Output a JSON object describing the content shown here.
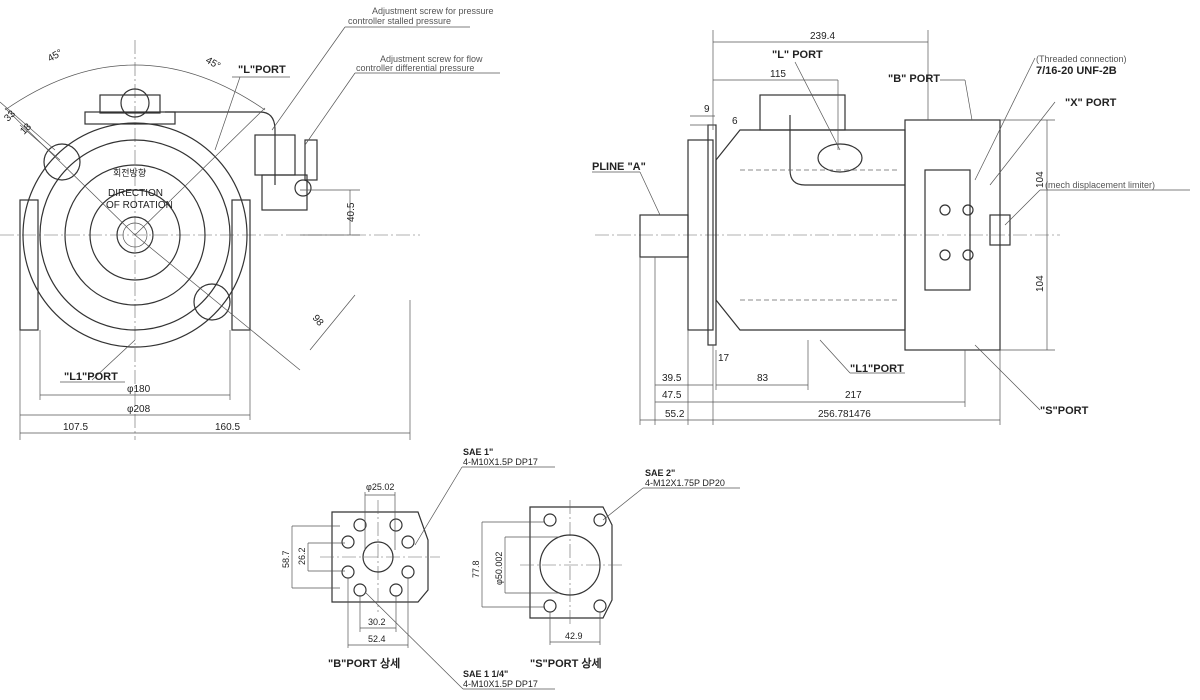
{
  "front_view": {
    "angle_left": "45°",
    "angle_right": "45°",
    "dim_33": "33",
    "dim_18": "18",
    "l_port": "\"L\"PORT",
    "l1_port": "\"L1\"PORT",
    "rotation_korean": "회전방향",
    "rotation_line1": "DIRECTION",
    "rotation_line2": "OF ROTATION",
    "dim_40_5": "40.5",
    "dim_98": "98",
    "dim_phi180": "φ180",
    "dim_phi208": "φ208",
    "dim_107_5": "107.5",
    "dim_160_5": "160.5",
    "note_pressure_1": "Adjustment screw for pressure",
    "note_pressure_2": "controller stalled pressure",
    "note_flow_1": "Adjustment screw for flow",
    "note_flow_2": "controller differential pressure"
  },
  "side_view": {
    "dim_239_4": "239.4",
    "l_port": "\"L\" PORT",
    "dim_115": "115",
    "dim_9": "9",
    "dim_6": "6",
    "pline_a": "PLINE \"A\"",
    "b_port": "\"B\" PORT",
    "threaded_1": "(Threaded connection)",
    "threaded_2": "7/16-20 UNF-2B",
    "x_port": "\"X\" PORT",
    "mech_limiter": "(mech displacement limiter)",
    "dim_104_top": "104",
    "dim_104_bottom": "104",
    "dim_17": "17",
    "dim_39_5": "39.5",
    "dim_83": "83",
    "l1_port": "\"L1\"PORT",
    "dim_47_5": "47.5",
    "dim_217": "217",
    "dim_55_2": "55.2",
    "dim_256": "256.781476",
    "s_port": "\"S\"PORT"
  },
  "b_port_detail": {
    "sae_top_1": "SAE 1\"",
    "sae_top_2": "4-M10X1.5P DP17",
    "dim_phi25": "φ25.02",
    "dim_58_7": "58.7",
    "dim_26_2": "26.2",
    "dim_30_2": "30.2",
    "dim_52_4": "52.4",
    "title": "\"B\"PORT 상세",
    "sae_bottom_1": "SAE 1 1/4\"",
    "sae_bottom_2": "4-M10X1.5P DP17"
  },
  "s_port_detail": {
    "sae_1": "SAE 2\"",
    "sae_2": "4-M12X1.75P DP20",
    "dim_77_8": "77.8",
    "dim_phi50": "φ50.002",
    "dim_42_9": "42.9",
    "title": "\"S\"PORT 상세"
  }
}
